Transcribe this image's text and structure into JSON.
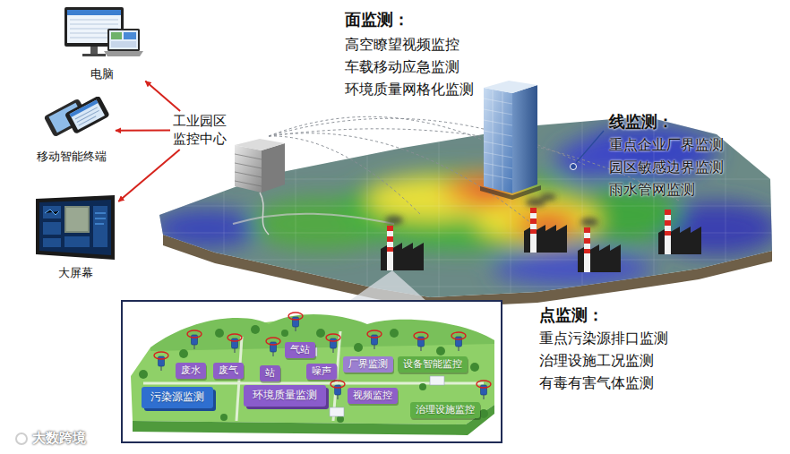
{
  "diagram": {
    "nodes": [
      {
        "text": [
          "工业园区 监控中心"
        ]
      },
      {
        "text": [
          "电脑"
        ]
      },
      {
        "text": [
          "移动智能终端"
        ]
      },
      {
        "text": [
          "大屏幕"
        ]
      },
      {
        "text": [
          "气站"
        ]
      },
      {
        "text": [
          "废水"
        ]
      },
      {
        "text": [
          "废气"
        ]
      },
      {
        "text": [
          "站"
        ]
      },
      {
        "text": [
          "噪声"
        ]
      },
      {
        "text": [
          "厂界监测"
        ]
      },
      {
        "text": [
          "设备智能监控"
        ]
      },
      {
        "text": [
          "污染源监测"
        ]
      },
      {
        "text": [
          "环境质量监测"
        ]
      },
      {
        "text": [
          "视频监控"
        ]
      },
      {
        "text": [
          "治理设施监控"
        ]
      }
    ],
    "edges": [
      {
        "from": 0,
        "to": 1,
        "arrow": "to"
      },
      {
        "from": 0,
        "to": 2,
        "arrow": "to"
      },
      {
        "from": 0,
        "to": 3,
        "arrow": "to"
      }
    ],
    "labels": [
      "面监测：",
      "高空瞭望视频监控",
      "车载移动应急监测",
      "环境质量网格化监测",
      "线监测：",
      "重点企业厂界监测",
      "园区敏感边界监测",
      "雨水管网监测",
      "点监测：",
      "重点污染源排口监测",
      "治理设施工况监测",
      "有毒有害气体监测",
      "大数跨境"
    ]
  }
}
